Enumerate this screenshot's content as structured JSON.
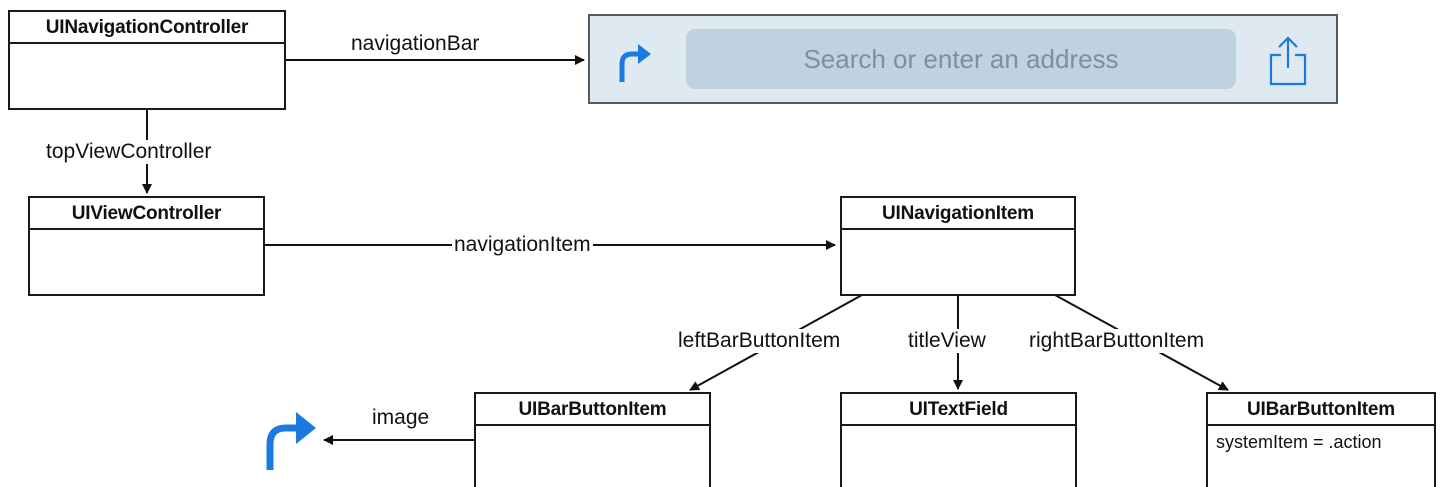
{
  "boxes": {
    "nav_controller": {
      "title": "UINavigationController"
    },
    "view_controller": {
      "title": "UIViewController"
    },
    "navigation_item": {
      "title": "UINavigationItem"
    },
    "left_bar_button_item": {
      "title": "UIBarButtonItem"
    },
    "text_field": {
      "title": "UITextField"
    },
    "right_bar_button_item": {
      "title": "UIBarButtonItem",
      "body": "systemItem = .action"
    }
  },
  "relations": {
    "navigation_bar": "navigationBar",
    "top_view_controller": "topViewController",
    "navigation_item": "navigationItem",
    "left_bar_button_item": "leftBarButtonItem",
    "title_view": "titleView",
    "right_bar_button_item": "rightBarButtonItem",
    "image": "image"
  },
  "navigation_bar_mock": {
    "address_placeholder": "Search or enter an address",
    "accent_color": "#1a7ae0",
    "background_color": "#dfe9f1",
    "field_color": "#bfd2df",
    "left_icon": "turn-arrow-icon",
    "right_icon": "share-icon"
  },
  "image_icon": "turn-arrow-icon"
}
